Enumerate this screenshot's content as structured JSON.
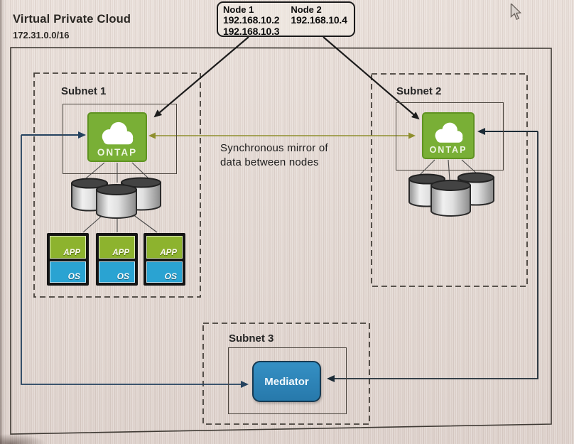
{
  "header": {
    "title": "Virtual Private Cloud",
    "cidr": "172.31.0.0/16"
  },
  "node_box": {
    "node1": {
      "label": "Node 1",
      "ip1": "192.168.10.2",
      "ip2": "192.168.10.3"
    },
    "node2": {
      "label": "Node 2",
      "ip1": "192.168.10.4"
    }
  },
  "subnet1": {
    "label": "Subnet 1",
    "ontap_label": "ONTAP"
  },
  "subnet2": {
    "label": "Subnet 2",
    "ontap_label": "ONTAP"
  },
  "subnet3": {
    "label": "Subnet 3",
    "mediator_label": "Mediator"
  },
  "sync_note": {
    "line1": "Synchronous mirror of",
    "line2": "data between nodes"
  },
  "vm_unit": {
    "app": "APP",
    "os": "OS"
  },
  "colors": {
    "ontap_green": "#79af36",
    "app_green": "#8db32e",
    "os_blue": "#2aa3d2",
    "mediator_blue": "#2e84b6",
    "arrow_olive": "#8f8f2e",
    "arrow_navy": "#24425f",
    "arrow_dark": "#1c1c1c",
    "background": "#e5dad4"
  }
}
